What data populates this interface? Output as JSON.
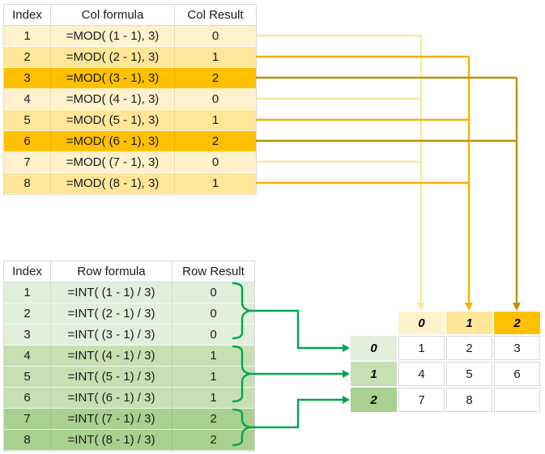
{
  "col_table": {
    "headers": [
      "Index",
      "Col formula",
      "Col Result"
    ],
    "rows": [
      {
        "index": "1",
        "formula": "=MOD( (1 - 1), 3)",
        "result": "0"
      },
      {
        "index": "2",
        "formula": "=MOD( (2 - 1), 3)",
        "result": "1"
      },
      {
        "index": "3",
        "formula": "=MOD( (3 - 1), 3)",
        "result": "2"
      },
      {
        "index": "4",
        "formula": "=MOD( (4 - 1), 3)",
        "result": "0"
      },
      {
        "index": "5",
        "formula": "=MOD( (5 - 1), 3)",
        "result": "1"
      },
      {
        "index": "6",
        "formula": "=MOD( (6 - 1), 3)",
        "result": "2"
      },
      {
        "index": "7",
        "formula": "=MOD( (7 - 1), 3)",
        "result": "0"
      },
      {
        "index": "8",
        "formula": "=MOD( (8 - 1), 3)",
        "result": "1"
      }
    ]
  },
  "row_table": {
    "headers": [
      "Index",
      "Row formula",
      "Row Result"
    ],
    "rows": [
      {
        "index": "1",
        "formula": "=INT( (1 - 1) / 3)",
        "result": "0"
      },
      {
        "index": "2",
        "formula": "=INT( (2 - 1) / 3)",
        "result": "0"
      },
      {
        "index": "3",
        "formula": "=INT( (3 - 1) / 3)",
        "result": "0"
      },
      {
        "index": "4",
        "formula": "=INT( (4 - 1) / 3)",
        "result": "1"
      },
      {
        "index": "5",
        "formula": "=INT( (5 - 1) / 3)",
        "result": "1"
      },
      {
        "index": "6",
        "formula": "=INT( (6 - 1) / 3)",
        "result": "1"
      },
      {
        "index": "7",
        "formula": "=INT( (7 - 1) / 3)",
        "result": "2"
      },
      {
        "index": "8",
        "formula": "=INT( (8 - 1) / 3)",
        "result": "2"
      }
    ]
  },
  "grid": {
    "col_headers": [
      "0",
      "1",
      "2"
    ],
    "row_headers": [
      "0",
      "1",
      "2"
    ],
    "cells": [
      [
        "1",
        "2",
        "3"
      ],
      [
        "4",
        "5",
        "6"
      ],
      [
        "7",
        "8",
        ""
      ]
    ]
  },
  "colors": {
    "col_level_0": "#FFF2CC",
    "col_level_1": "#FFE699",
    "col_level_2": "#FFC000",
    "row_level_0": "#E2EFDA",
    "row_level_1": "#C6E0B4",
    "row_level_2": "#A9D08E",
    "arrow_col_0": "#FFE699",
    "arrow_col_1": "#F2B200",
    "arrow_col_2": "#BF8F00",
    "arrow_row": "#00A651"
  }
}
